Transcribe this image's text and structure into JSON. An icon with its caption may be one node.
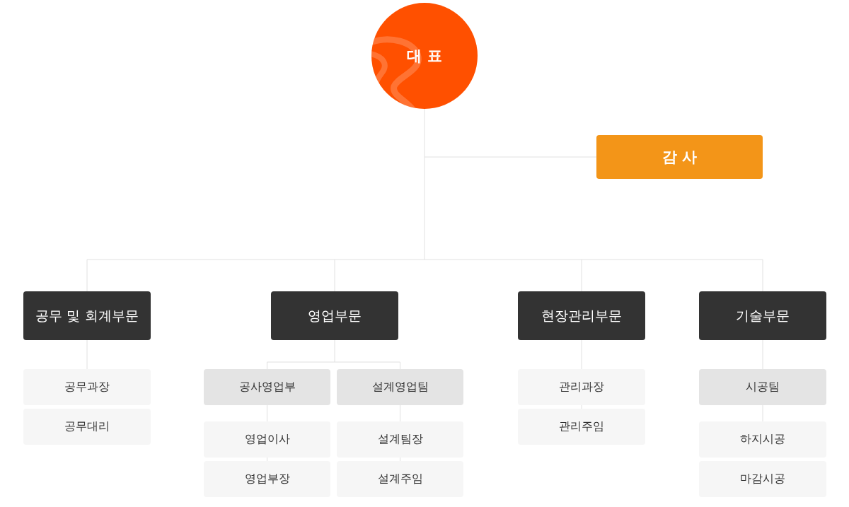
{
  "diagram": {
    "nodes": [
      {
        "text": [
          "대 표"
        ]
      },
      {
        "text": [
          "감 사"
        ]
      },
      {
        "text": [
          "공무 및 회계부문"
        ]
      },
      {
        "text": [
          "영업부문"
        ]
      },
      {
        "text": [
          "현장관리부문"
        ]
      },
      {
        "text": [
          "기술부문"
        ]
      },
      {
        "text": [
          "공무과장"
        ]
      },
      {
        "text": [
          "공무대리"
        ]
      },
      {
        "text": [
          "공사영업부"
        ]
      },
      {
        "text": [
          "설계영업팀"
        ]
      },
      {
        "text": [
          "영업이사"
        ]
      },
      {
        "text": [
          "영업부장"
        ]
      },
      {
        "text": [
          "설계팀장"
        ]
      },
      {
        "text": [
          "설계주임"
        ]
      },
      {
        "text": [
          "관리과장"
        ]
      },
      {
        "text": [
          "관리주임"
        ]
      },
      {
        "text": [
          "시공팀"
        ]
      },
      {
        "text": [
          "하지시공"
        ]
      },
      {
        "text": [
          "마감시공"
        ]
      }
    ],
    "edges": [
      {
        "from": 0,
        "to": 1,
        "arrow": "none"
      },
      {
        "from": 0,
        "to": 2,
        "arrow": "none"
      },
      {
        "from": 0,
        "to": 3,
        "arrow": "none"
      },
      {
        "from": 0,
        "to": 4,
        "arrow": "none"
      },
      {
        "from": 0,
        "to": 5,
        "arrow": "none"
      },
      {
        "from": 2,
        "to": 6,
        "arrow": "none"
      },
      {
        "from": 3,
        "to": 8,
        "arrow": "none"
      },
      {
        "from": 3,
        "to": 9,
        "arrow": "none"
      },
      {
        "from": 8,
        "to": 10,
        "arrow": "none"
      },
      {
        "from": 10,
        "to": 11,
        "arrow": "none"
      },
      {
        "from": 9,
        "to": 12,
        "arrow": "none"
      },
      {
        "from": 12,
        "to": 13,
        "arrow": "none"
      },
      {
        "from": 4,
        "to": 14,
        "arrow": "none"
      },
      {
        "from": 14,
        "to": 15,
        "arrow": "none"
      },
      {
        "from": 5,
        "to": 16,
        "arrow": "none"
      },
      {
        "from": 16,
        "to": 17,
        "arrow": "none"
      }
    ]
  }
}
